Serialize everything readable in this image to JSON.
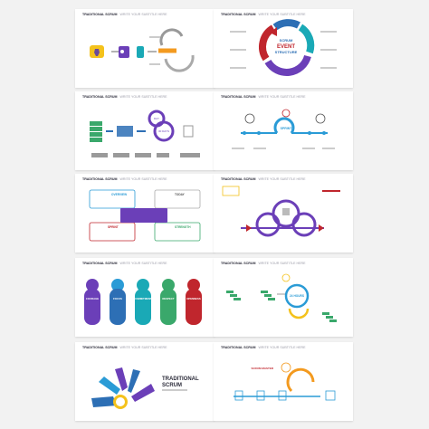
{
  "slides": [
    {
      "title": "TRADITIONAL SCRUM",
      "subtitle": "WRITE YOUR SUBTITLE HERE"
    },
    {
      "title": "TRADITIONAL SCRUM",
      "subtitle": "WRITE YOUR SUBTITLE HERE",
      "center": [
        "SCRUM",
        "EVENT",
        "STRUCTURE"
      ]
    },
    {
      "title": "TRADITIONAL SCRUM",
      "subtitle": "WRITE YOUR SUBTITLE HERE",
      "labels": [
        "DAY",
        "30 DAYS"
      ]
    },
    {
      "title": "TRADITIONAL SCRUM",
      "subtitle": "WRITE YOUR SUBTITLE HERE",
      "labels": [
        "SPRINT"
      ]
    },
    {
      "title": "TRADITIONAL SCRUM",
      "subtitle": "WRITE YOUR SUBTITLE HERE",
      "labels": [
        "OVERVIEW",
        "TODAY",
        "SPRINT",
        "STRENGTH"
      ]
    },
    {
      "title": "TRADITIONAL SCRUM",
      "subtitle": "WRITE YOUR SUBTITLE HERE"
    },
    {
      "title": "TRADITIONAL SCRUM",
      "subtitle": "WRITE YOUR SUBTITLE HERE",
      "labels": [
        "COURAGE",
        "FOCUS",
        "COMMITMENT",
        "RESPECT",
        "OPENNESS"
      ]
    },
    {
      "title": "TRADITIONAL SCRUM",
      "subtitle": "WRITE YOUR SUBTITLE HERE",
      "labels": [
        "24 HOURS"
      ]
    },
    {
      "title": "TRADITIONAL SCRUM",
      "subtitle": "WRITE YOUR SUBTITLE HERE",
      "big_title": [
        "TRADITIONAL",
        "SCRUM"
      ]
    },
    {
      "title": "TRADITIONAL SCRUM",
      "subtitle": "WRITE YOUR SUBTITLE HERE",
      "labels": [
        "SCRUM MASTER"
      ]
    }
  ],
  "colors": {
    "yellow": "#f4c21c",
    "purple": "#6b3fb8",
    "teal": "#1aa9b6",
    "green": "#3aa86b",
    "red": "#c0262d",
    "blue": "#2d6fb5",
    "lightblue": "#2a9bd6",
    "grey": "#9a9a9a",
    "orange": "#f39a1f"
  }
}
